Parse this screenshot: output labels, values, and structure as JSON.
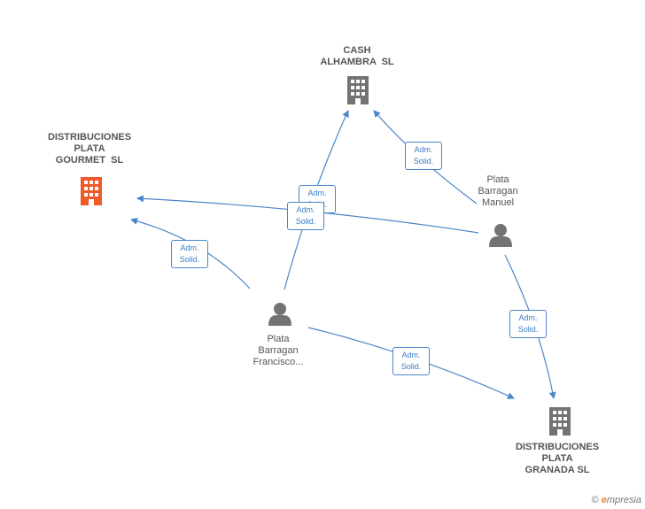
{
  "nodes": {
    "cash_alhambra": {
      "lines": [
        "CASH",
        "ALHAMBRA  SL"
      ]
    },
    "dist_gourmet": {
      "lines": [
        "DISTRIBUCIONES",
        "PLATA",
        "GOURMET  SL"
      ]
    },
    "dist_granada": {
      "lines": [
        "DISTRIBUCIONES",
        "PLATA",
        "GRANADA SL"
      ]
    },
    "person_manuel": {
      "lines": [
        "Plata",
        "Barragan",
        "Manuel"
      ]
    },
    "person_francisco": {
      "lines": [
        "Plata",
        "Barragan",
        "Francisco..."
      ]
    }
  },
  "edge_label": {
    "line1": "Adm.",
    "line2": "Solid."
  },
  "colors": {
    "edge": "#4a86c8",
    "building": "#737373",
    "highlight": "#f05a28",
    "person": "#737373"
  },
  "brand": {
    "copyright": "©",
    "first_letter": "e",
    "rest": "mpresia"
  }
}
